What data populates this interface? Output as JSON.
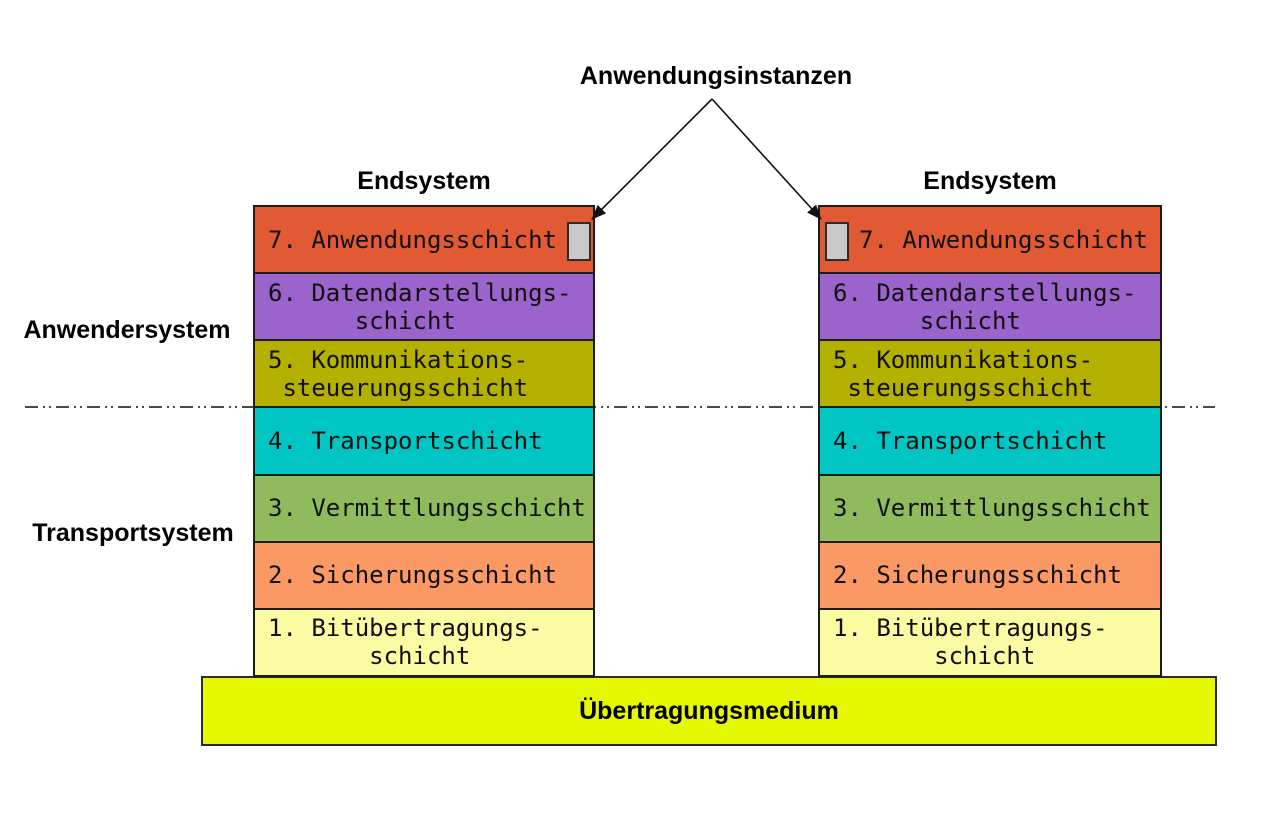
{
  "diagram": {
    "title": "Anwendungsinstanzen",
    "left_labels": {
      "anwendersystem": "Anwendersystem",
      "transportsystem": "Transportsystem"
    },
    "endsystems": {
      "left": "Endsystem",
      "right": "Endsystem"
    },
    "medium": {
      "label": "Übertragungsmedium",
      "color": "#E6F800"
    },
    "layers": [
      {
        "num": 7,
        "label": "7. Anwendungsschicht",
        "color": "#E15A33"
      },
      {
        "num": 6,
        "label": "6. Datendarstellungs-\n      schicht",
        "color": "#9B63CC"
      },
      {
        "num": 5,
        "label": "5. Kommunikations-\n steuerungsschicht",
        "color": "#B4B000"
      },
      {
        "num": 4,
        "label": "4. Transportschicht",
        "color": "#00C6C3"
      },
      {
        "num": 3,
        "label": "3. Vermittlungsschicht",
        "color": "#8FBB5C"
      },
      {
        "num": 2,
        "label": "2. Sicherungsschicht",
        "color": "#FA9963"
      },
      {
        "num": 1,
        "label": "1. Bitübertragungs-\n       schicht",
        "color": "#FBFBA3"
      }
    ],
    "sap_color": "#C9C9C9",
    "divider_color": "#4a4a4a",
    "arrow_color": "#111111"
  }
}
